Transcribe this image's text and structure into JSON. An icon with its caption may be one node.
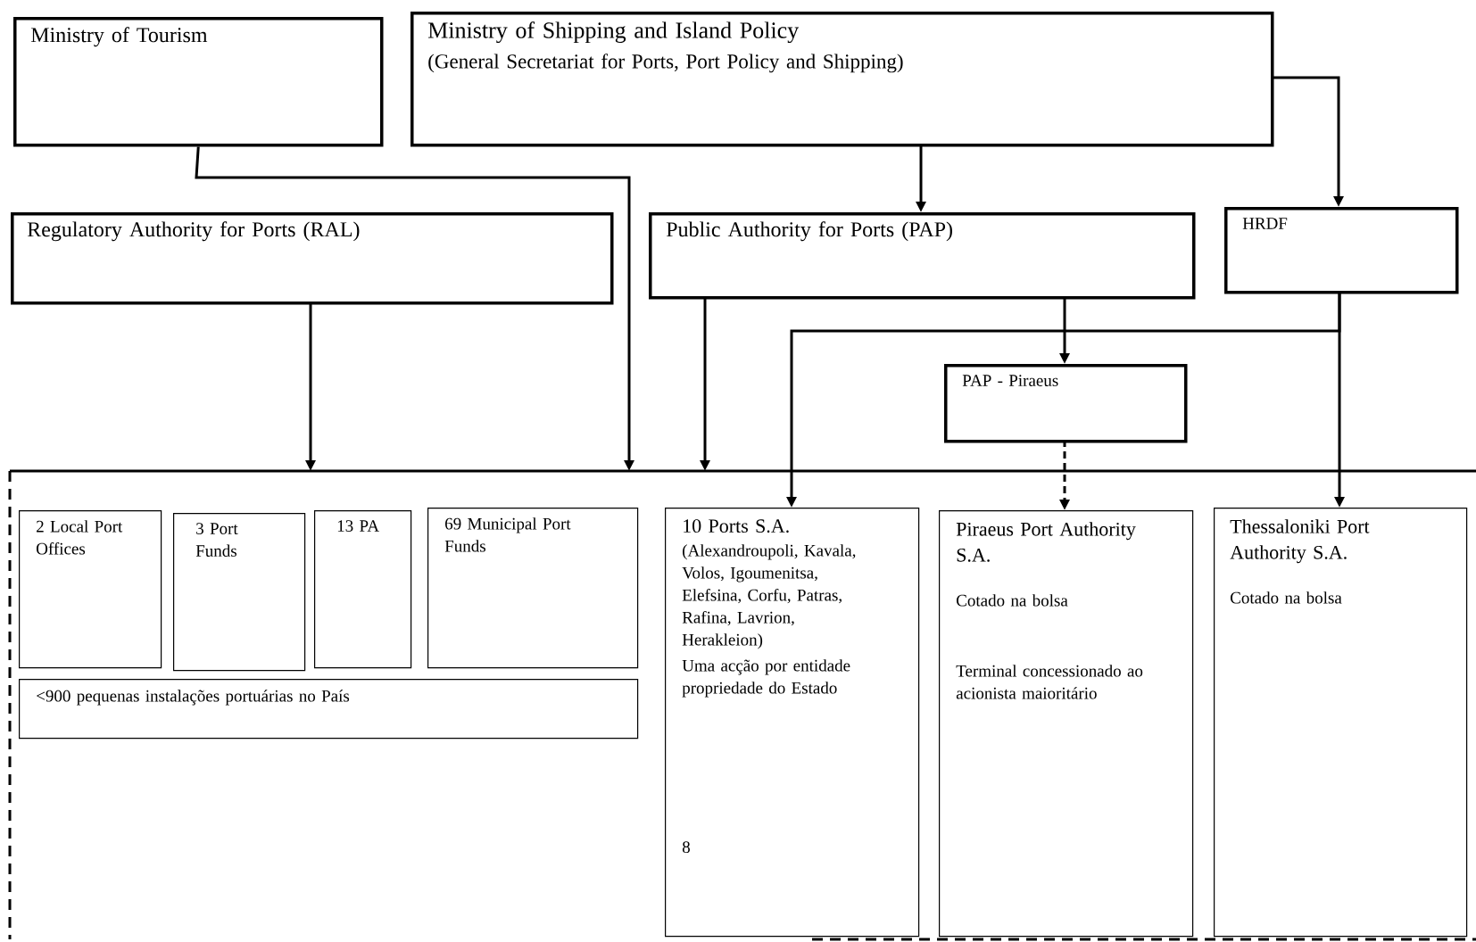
{
  "diagram": {
    "nodes": [
      {
        "text": [
          "Ministry of Tourism"
        ]
      },
      {
        "text": [
          "Ministry of Shipping and Island Policy",
          "(General Secretariat for Ports, Port Policy and Shipping)"
        ]
      },
      {
        "text": [
          "Regulatory Authority for Ports (RAL)"
        ]
      },
      {
        "text": [
          "Public Authority for Ports (PAP)"
        ]
      },
      {
        "text": [
          "HRDF"
        ]
      },
      {
        "text": [
          "PAP - Piraeus"
        ]
      },
      {
        "text": [],
        "shape": "box"
      },
      {
        "text": [
          "2 Local Port Offices"
        ],
        "in": 6
      },
      {
        "text": [
          "3 Port Funds"
        ],
        "in": 6
      },
      {
        "text": [
          "13 PA"
        ],
        "in": 6
      },
      {
        "text": [
          "69 Municipal Port Funds"
        ],
        "in": 6
      },
      {
        "text": [
          "<900 pequenas instalações portuárias no País"
        ],
        "in": 6
      },
      {
        "text": [
          "10 Ports S.A.",
          "(Alexandroupoli, Kavala, Volos, Igoumenitsa, Elefsina, Corfu, Patras, Rafina, Lavrion, Herakleion)",
          "Uma acção por entidade propriedade do Estado",
          "8"
        ],
        "in": 6
      },
      {
        "text": [
          "Piraeus Port Authority S.A.",
          "Cotado na bolsa",
          "Terminal concessionado ao acionista maioritário"
        ],
        "in": 6
      },
      {
        "text": [
          "Thessaloniki Port Authority S.A.",
          "Cotado na bolsa"
        ],
        "in": 6
      }
    ],
    "edges": [
      {
        "from": 0,
        "to": 6,
        "arrow": "to"
      },
      {
        "from": 1,
        "to": 3,
        "arrow": "to"
      },
      {
        "from": 1,
        "to": 4,
        "arrow": "to"
      },
      {
        "from": 2,
        "to": 6,
        "arrow": "to"
      },
      {
        "from": 3,
        "to": 6,
        "arrow": "to"
      },
      {
        "from": 3,
        "to": 5,
        "arrow": "to"
      },
      {
        "from": 4,
        "to": 12,
        "arrow": "to"
      },
      {
        "from": 4,
        "to": 14,
        "arrow": "to"
      },
      {
        "from": 5,
        "to": 13,
        "arrow": "to",
        "style": "dashed"
      }
    ]
  }
}
